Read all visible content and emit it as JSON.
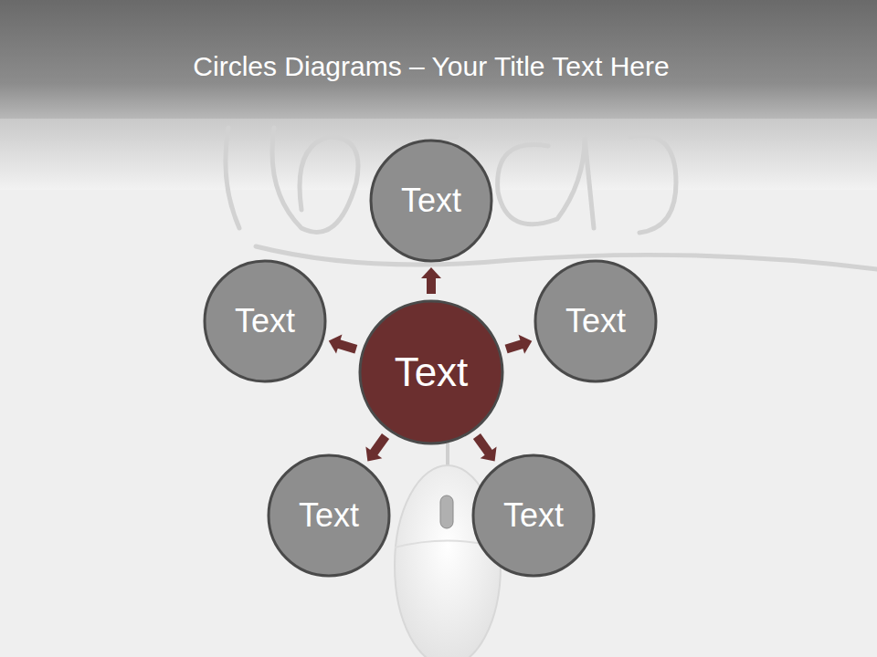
{
  "diagram": {
    "title": "Circles Diagrams – Your Title Text Here",
    "nodes": [
      {
        "text": [
          "Text"
        ]
      },
      {
        "text": [
          "Text"
        ]
      },
      {
        "text": [
          "Text"
        ]
      },
      {
        "text": [
          "Text"
        ]
      },
      {
        "text": [
          "Text"
        ]
      },
      {
        "text": [
          "Text"
        ]
      }
    ],
    "edges": [
      {
        "from": 3,
        "to": 0,
        "arrow": "to"
      },
      {
        "from": 3,
        "to": 1,
        "arrow": "to"
      },
      {
        "from": 3,
        "to": 2,
        "arrow": "to"
      },
      {
        "from": 3,
        "to": 4,
        "arrow": "to"
      },
      {
        "from": 3,
        "to": 5,
        "arrow": "to"
      }
    ]
  }
}
